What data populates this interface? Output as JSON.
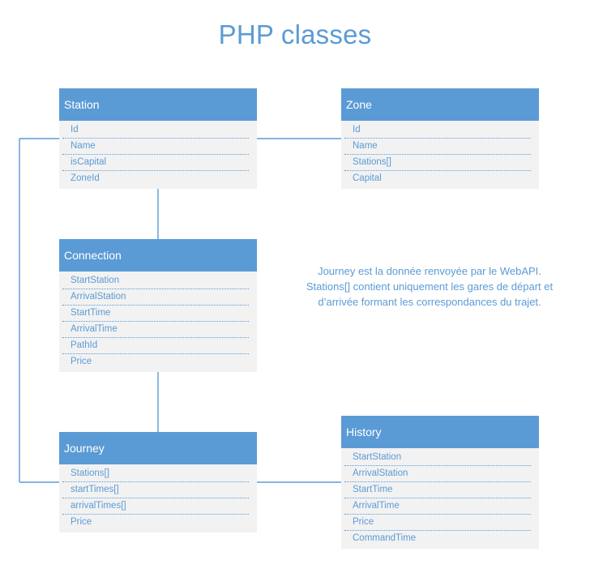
{
  "title": "PHP classes",
  "classes": {
    "station": {
      "name": "Station",
      "attributes": [
        "Id",
        "Name",
        "isCapital",
        "ZoneId"
      ]
    },
    "zone": {
      "name": "Zone",
      "attributes": [
        "Id",
        "Name",
        "Stations[]",
        "Capital"
      ]
    },
    "connection": {
      "name": "Connection",
      "attributes": [
        "StartStation",
        "ArrivalStation",
        "StartTime",
        "ArrivalTime",
        "PathId",
        "Price"
      ]
    },
    "journey": {
      "name": "Journey",
      "attributes": [
        "Stations[]",
        "startTimes[]",
        "arrivalTimes[]",
        "Price"
      ]
    },
    "history": {
      "name": "History",
      "attributes": [
        "StartStation",
        "ArrivalStation",
        "StartTime",
        "ArrivalTime",
        "Price",
        "CommandTime"
      ]
    }
  },
  "note": {
    "line1": "Journey est la donnée renvoyée par le WebAPI.",
    "line2": "Stations[] contient uniquement les gares de départ et",
    "line3": "d’arrivée formant les correspondances du trajet."
  },
  "colors": {
    "accent": "#5b9bd5",
    "box_body": "#f2f2f2",
    "header_text": "#ffffff"
  }
}
